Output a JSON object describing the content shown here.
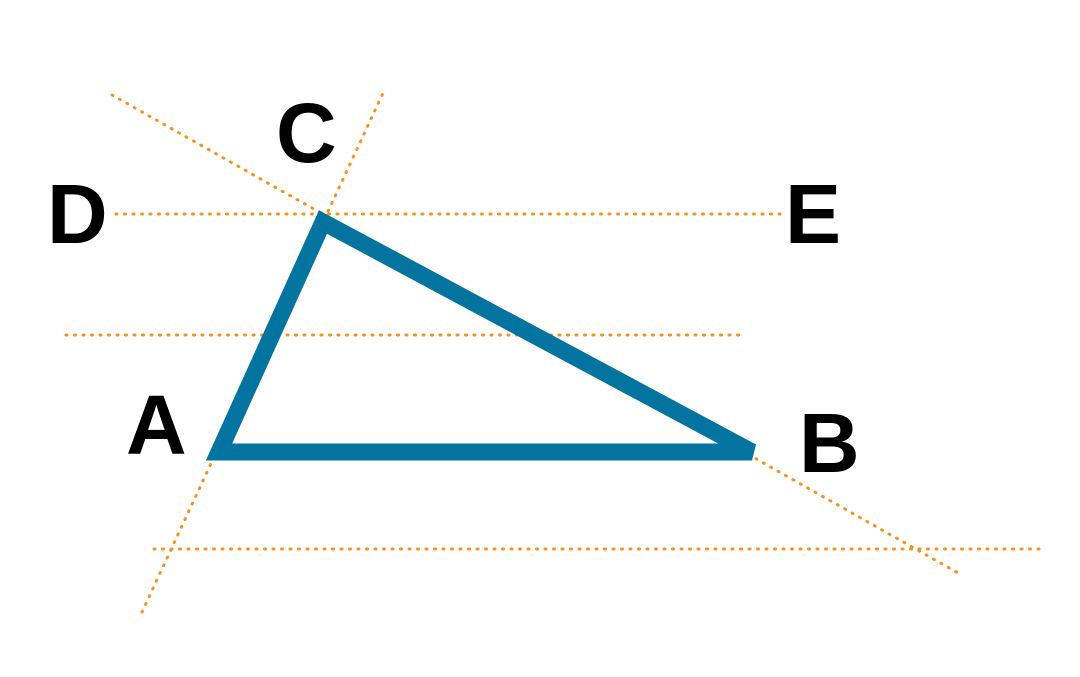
{
  "colors": {
    "triangle": "#0373a0",
    "guides": "#f39321",
    "labels": "#000000",
    "background": "#ffffff"
  },
  "labels": {
    "a": "A",
    "b": "B",
    "c": "C",
    "d": "D",
    "e": "E"
  }
}
